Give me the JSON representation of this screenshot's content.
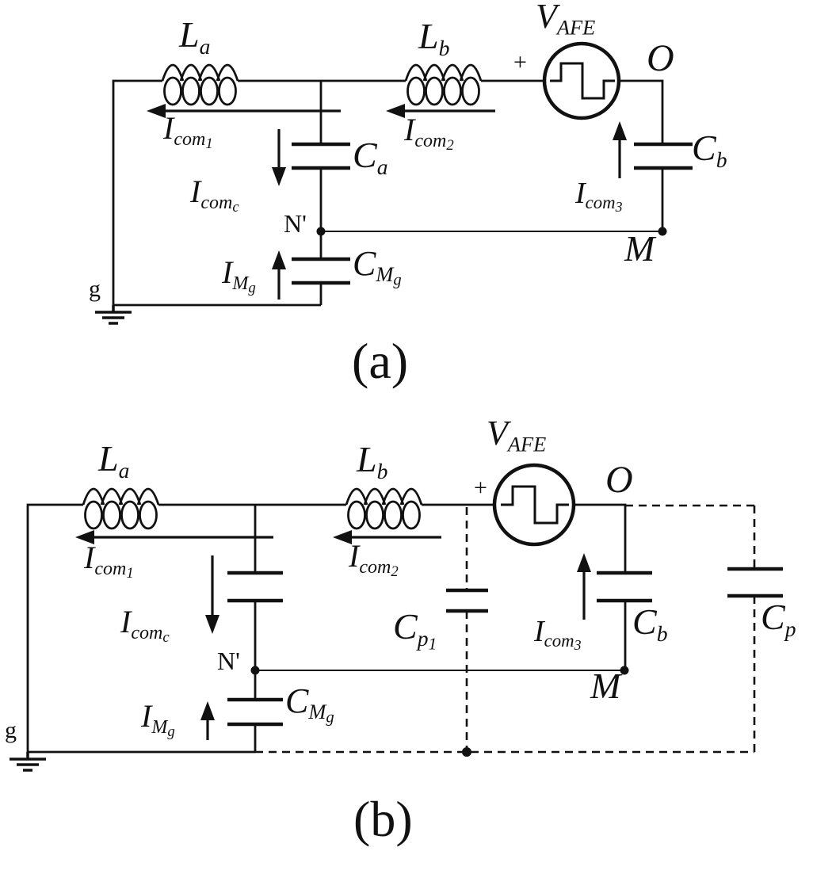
{
  "figure": {
    "caption_a": "(a)",
    "caption_b": "(b)"
  },
  "colors": {
    "ink": "#111111",
    "background": "#ffffff"
  },
  "circuit_a": {
    "labels": {
      "La": {
        "main": "L",
        "sub": "a"
      },
      "Lb": {
        "main": "L",
        "sub": "b"
      },
      "Vafe": {
        "main": "V",
        "sub": "AFE"
      },
      "plus": "+",
      "O": "O",
      "Ca": {
        "main": "C",
        "sub": "a"
      },
      "Cb": {
        "main": "C",
        "sub": "b"
      },
      "CMg": {
        "main": "C",
        "sub": "M",
        "subsub": "g"
      },
      "Icom1": {
        "main": "I",
        "sub": "com",
        "subsub": "1"
      },
      "Icom2": {
        "main": "I",
        "sub": "com",
        "subsub": "2"
      },
      "Icom3": {
        "main": "I",
        "sub": "com",
        "subsub": "3"
      },
      "Icomc": {
        "main": "I",
        "sub": "com",
        "subsub": "c"
      },
      "IMg": {
        "main": "I",
        "sub": "M",
        "subsub": "g"
      },
      "Nprime": "N'",
      "M": "M",
      "g": "g"
    }
  },
  "circuit_b": {
    "labels": {
      "La": {
        "main": "L",
        "sub": "a"
      },
      "Lb": {
        "main": "L",
        "sub": "b"
      },
      "Vafe": {
        "main": "V",
        "sub": "AFE"
      },
      "plus": "+",
      "O": "O",
      "Cb": {
        "main": "C",
        "sub": "b"
      },
      "CMg": {
        "main": "C",
        "sub": "M",
        "subsub": "g"
      },
      "Cp1": {
        "main": "C",
        "sub": "p",
        "subsub": "1"
      },
      "Cp2": {
        "main": "C",
        "sub": "p"
      },
      "Icom1": {
        "main": "I",
        "sub": "com",
        "subsub": "1"
      },
      "Icom2": {
        "main": "I",
        "sub": "com",
        "subsub": "2"
      },
      "Icom3": {
        "main": "I",
        "sub": "com",
        "subsub": "3"
      },
      "Icomc": {
        "main": "I",
        "sub": "com",
        "subsub": "c"
      },
      "IMg": {
        "main": "I",
        "sub": "M",
        "subsub": "g"
      },
      "Nprime": "N'",
      "M": "M",
      "g": "g"
    }
  }
}
